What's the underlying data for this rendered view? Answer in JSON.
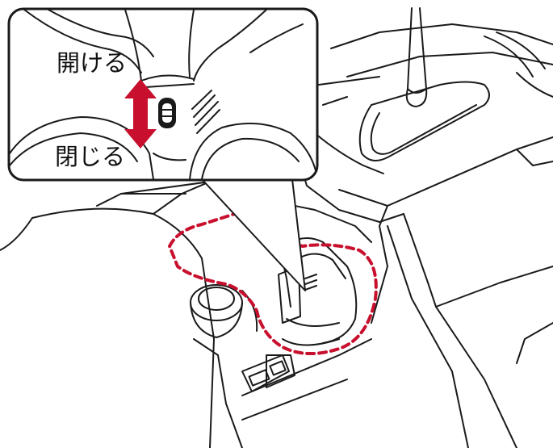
{
  "callout": {
    "open_label": "開ける",
    "close_label": "閉じる"
  },
  "colors": {
    "line": "#1a1a1a",
    "arrow": "#c8102e",
    "highlight_dash": "#c8102e",
    "background": "#ffffff"
  },
  "icons": {
    "arrow": "double-arrow-vertical",
    "switch": "cover-switch"
  }
}
